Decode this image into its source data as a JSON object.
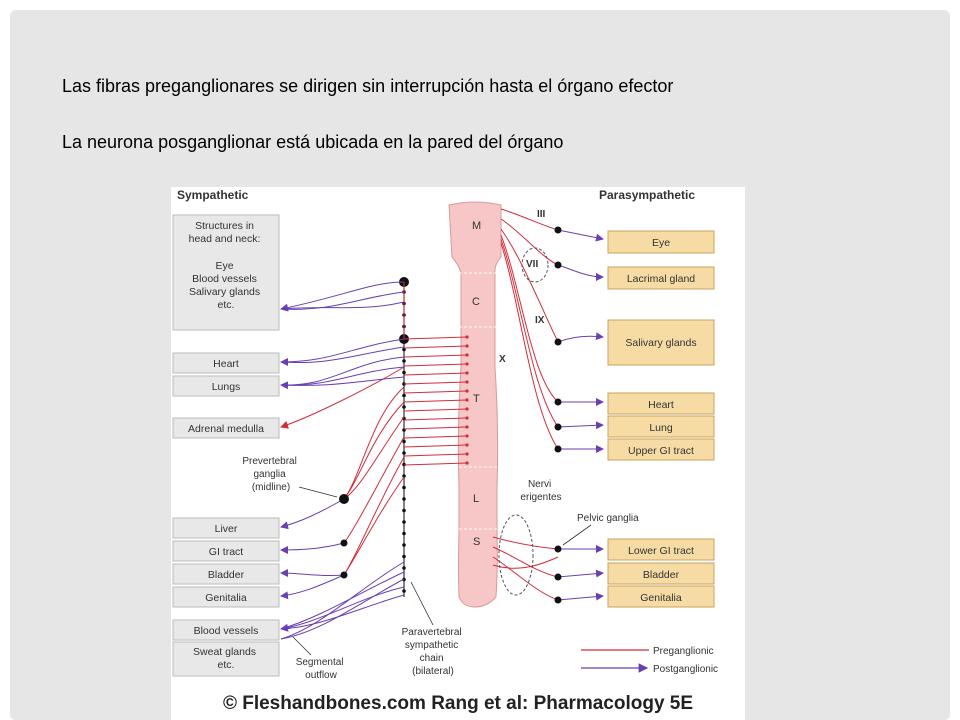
{
  "slide": {
    "bullets": [
      "Las fibras preganglionares se dirigen sin interrupción hasta el órgano efector",
      "La neurona posganglionar está ubicada en la pared del órgano"
    ]
  },
  "diagram": {
    "sympathetic_title": "Sympathetic",
    "parasympathetic_title": "Parasympathetic",
    "symp_head_box": [
      "Structures in",
      "head and neck:",
      "Eye",
      "Blood vessels",
      "Salivary glands",
      "etc."
    ],
    "symp_boxes": [
      "Heart",
      "Lungs",
      "Adrenal medulla",
      "Liver",
      "GI tract",
      "Bladder",
      "Genitalia",
      "Blood vessels"
    ],
    "symp_sweat_box": [
      "Sweat glands",
      "etc."
    ],
    "para_boxes": [
      "Eye",
      "Lacrimal gland",
      "Salivary glands",
      "Heart",
      "Lung",
      "Upper GI tract",
      "Lower GI tract",
      "Bladder",
      "Genitalia"
    ],
    "cord_segments": [
      "M",
      "C",
      "T",
      "L",
      "S"
    ],
    "cranial_nerves": [
      "III",
      "VII",
      "IX",
      "X"
    ],
    "prevertebral_label": [
      "Prevertebral",
      "ganglia",
      "(midline)"
    ],
    "nervi_label": [
      "Nervi",
      "erigentes"
    ],
    "pelvic_label": "Pelvic ganglia",
    "segmental_label": [
      "Segmental",
      "outflow"
    ],
    "paravertebral_label": [
      "Paravertebral",
      "sympathetic",
      "chain",
      "(bilateral)"
    ],
    "legend": [
      "Preganglionic",
      "Postganglionic"
    ],
    "copyright": "© Fleshandbones.com Rang et al: Pharmacology 5E",
    "colors": {
      "preganglionic": "#d12e3a",
      "postganglionic": "#6a3fb0",
      "para_box": "#f6dca4",
      "symp_box": "#e8e8e8",
      "cord": "#f7c6c6"
    }
  }
}
